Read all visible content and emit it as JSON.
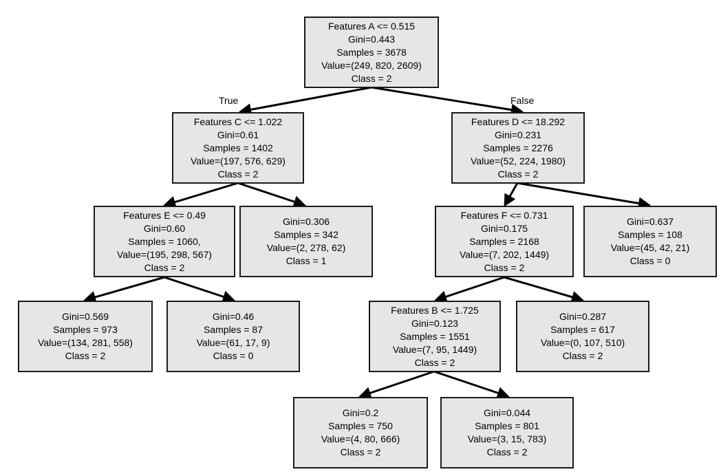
{
  "edge_labels": {
    "true_label": "True",
    "false_label": "False"
  },
  "nodes": {
    "root": {
      "split": "Features A <= 0.515",
      "gini": "Gini=0.443",
      "samples": "Samples = 3678",
      "value": "Value=(249, 820, 2609)",
      "class": "Class = 2"
    },
    "n1": {
      "split": "Features C <= 1.022",
      "gini": "Gini=0.61",
      "samples": "Samples = 1402",
      "value": "Value=(197, 576, 629)",
      "class": "Class = 2"
    },
    "n2": {
      "split": "Features D <= 18.292",
      "gini": "Gini=0.231",
      "samples": "Samples = 2276",
      "value": "Value=(52, 224, 1980)",
      "class": "Class = 2"
    },
    "n3": {
      "split": "Features E <= 0.49",
      "gini": "Gini=0.60",
      "samples": "Samples = 1060,",
      "value": "Value=(195, 298, 567)",
      "class": "Class = 2"
    },
    "n4": {
      "gini": "Gini=0.306",
      "samples": "Samples = 342",
      "value": "Value=(2, 278, 62)",
      "class": "Class = 1"
    },
    "n5": {
      "split": "Features F <= 0.731",
      "gini": "Gini=0.175",
      "samples": "Samples = 2168",
      "value": "Value=(7, 202, 1449)",
      "class": "Class = 2"
    },
    "n6": {
      "gini": "Gini=0.637",
      "samples": "Samples = 108",
      "value": "Value=(45, 42, 21)",
      "class": "Class = 0"
    },
    "n7": {
      "gini": "Gini=0.569",
      "samples": "Samples = 973",
      "value": "Value=(134, 281, 558)",
      "class": "Class = 2"
    },
    "n8": {
      "gini": "Gini=0.46",
      "samples": "Samples = 87",
      "value": "Value=(61, 17, 9)",
      "class": "Class = 0"
    },
    "n9": {
      "split": "Features B <= 1.725",
      "gini": "Gini=0.123",
      "samples": "Samples = 1551",
      "value": "Value=(7, 95, 1449)",
      "class": "Class = 2"
    },
    "n10": {
      "gini": "Gini=0.287",
      "samples": "Samples = 617",
      "value": "Value=(0, 107, 510)",
      "class": "Class = 2"
    },
    "n11": {
      "gini": "Gini=0.2",
      "samples": "Samples = 750",
      "value": "Value=(4, 80, 666)",
      "class": "Class = 2"
    },
    "n12": {
      "gini": "Gini=0.044",
      "samples": "Samples = 801",
      "value": "Value=(3, 15, 783)",
      "class": "Class = 2"
    }
  }
}
